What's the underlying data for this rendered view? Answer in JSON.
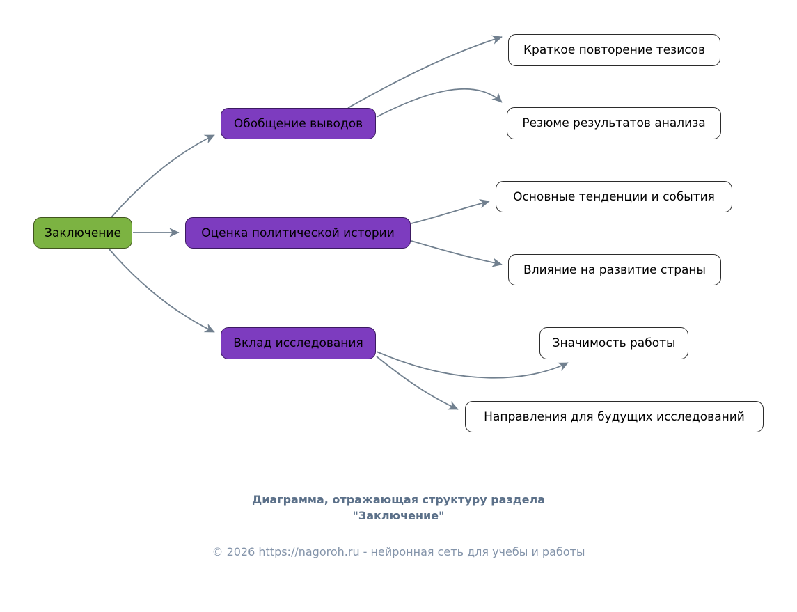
{
  "diagram": {
    "root": {
      "label": "Заключение"
    },
    "branches": [
      {
        "label": "Обобщение выводов",
        "children": [
          {
            "label": "Краткое повторение тезисов"
          },
          {
            "label": "Резюме результатов анализа"
          }
        ]
      },
      {
        "label": "Оценка политической истории",
        "children": [
          {
            "label": "Основные тенденции и события"
          },
          {
            "label": "Влияние на развитие страны"
          }
        ]
      },
      {
        "label": "Вклад исследования",
        "children": [
          {
            "label": "Значимость работы"
          },
          {
            "label": "Направления для будущих исследований"
          }
        ]
      }
    ],
    "colors": {
      "root_fill": "#7cb342",
      "branch_fill": "#7d3cbf",
      "leaf_fill": "#ffffff",
      "edge": "#71808f"
    }
  },
  "caption": {
    "line1": "Диаграмма, отражающая структуру раздела",
    "line2": "\"Заключение\""
  },
  "footer": {
    "text": "© 2026 https://nagoroh.ru - нейронная сеть для учебы и работы"
  }
}
